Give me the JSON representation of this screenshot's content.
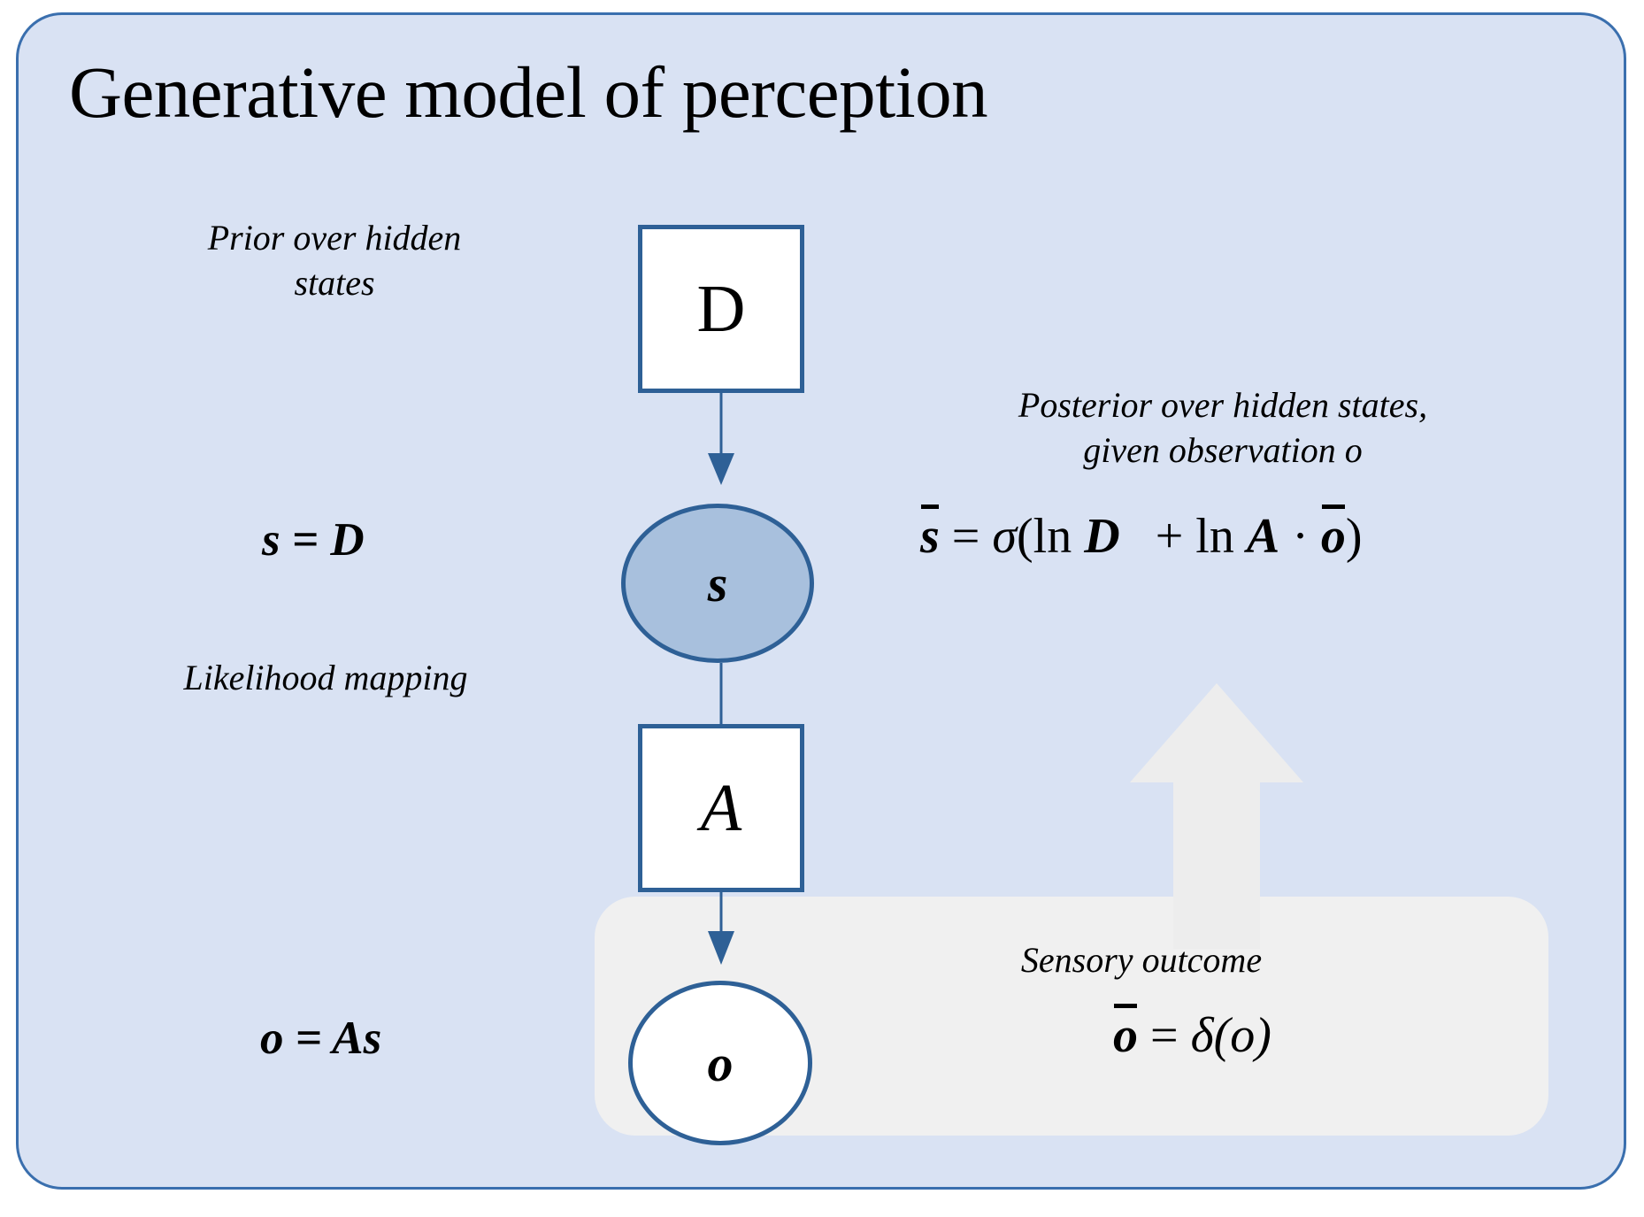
{
  "diagram": {
    "title": "Generative model of perception",
    "background_color": "#d9e2f3",
    "border_color": "#3a6fae",
    "node_stroke_color": "#2e6096",
    "hidden_state_fill": "#a8c0dd",
    "panel_fill": "#f0f0f0",
    "arrow_fill": "#ededed"
  },
  "nodes": {
    "prior_matrix": "D",
    "hidden_state": "s",
    "likelihood_matrix": "A",
    "observation": "o"
  },
  "labels": {
    "prior_line1": "Prior over hidden",
    "prior_line2": "states",
    "likelihood": "Likelihood mapping",
    "posterior_line1": "Posterior over hidden states,",
    "posterior_line2": "given observation o",
    "sensory_outcome": "Sensory outcome"
  },
  "equations": {
    "generative_state": "s = D",
    "generative_obs": "o = As",
    "posterior": {
      "lhs": "s",
      "equals": "=",
      "sigma": "σ",
      "open_paren": "(",
      "ln1": "ln",
      "term1": "D",
      "plus": "+",
      "ln2": "ln",
      "term2": "A",
      "dot": "·",
      "term3": "o",
      "close_paren": ")",
      "plain": "s̄ = σ(ln D  + ln A · ō)"
    },
    "sensory": {
      "lhs": "o",
      "equals": "=",
      "delta": "δ",
      "arg": "(o)",
      "plain": "ō = δ(o)"
    }
  }
}
